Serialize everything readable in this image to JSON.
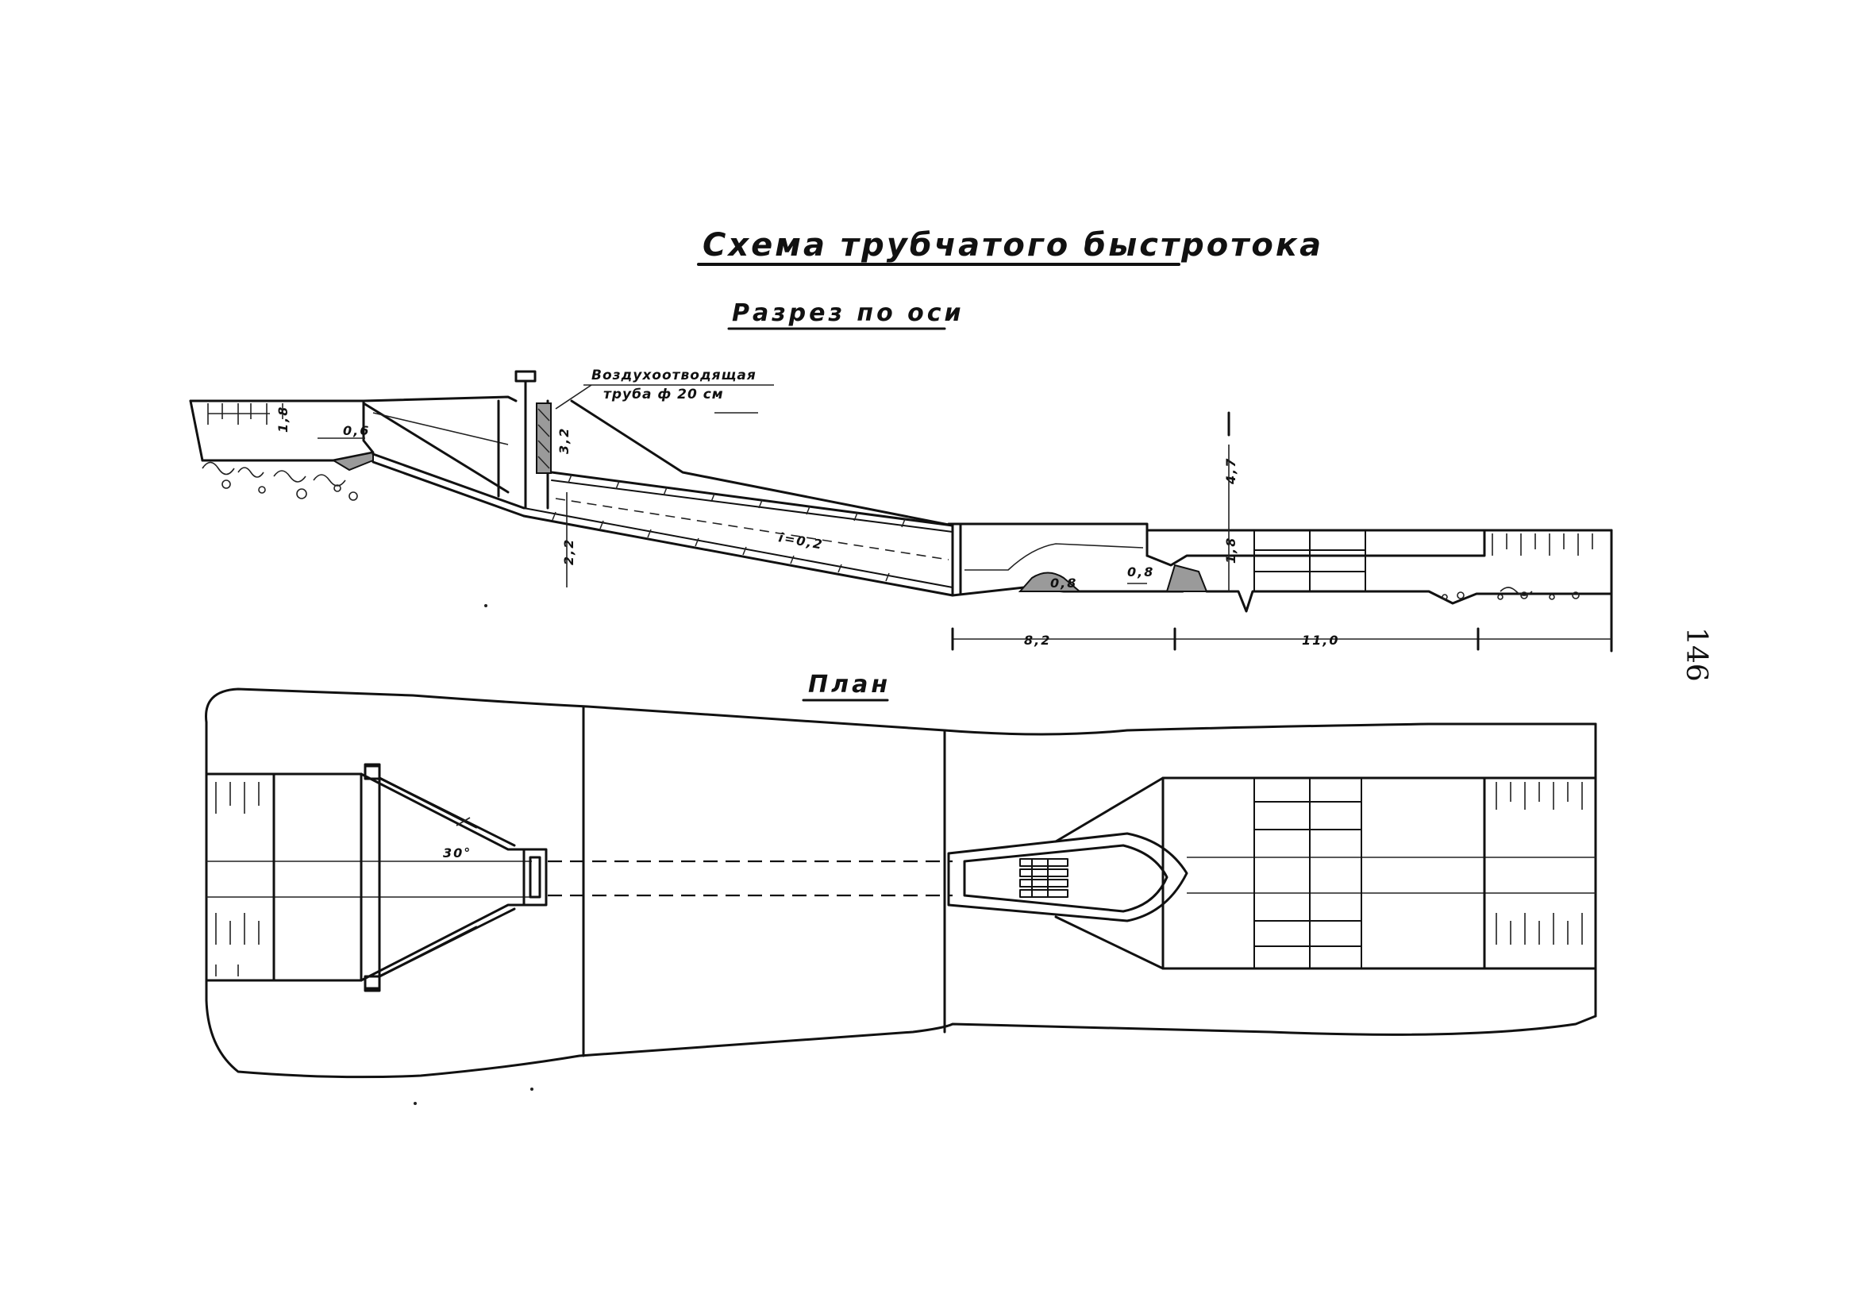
{
  "sheet": {
    "title": "Схема трубчатого быстротока",
    "section_title": "Разрез по оси",
    "plan_title": "План",
    "page_number": "146"
  },
  "section": {
    "vent_pipe_note_line1": "Воздухоотводящая",
    "vent_pipe_note_line2": "труба ф 20 см",
    "dims": {
      "d_1_8_left": "1,8",
      "d_0_6": "0,6",
      "d_3_2": "3,2",
      "d_2_2": "2,2",
      "d_4_7": "4,7",
      "d_1_8_right": "1,8",
      "d_0_8": "0,8",
      "d_8_8": "0,8",
      "d_8_2": "8,2",
      "d_11_0": "11,0",
      "d_slope": "i=0,2"
    }
  },
  "plan": {
    "angle_label": "30°"
  }
}
